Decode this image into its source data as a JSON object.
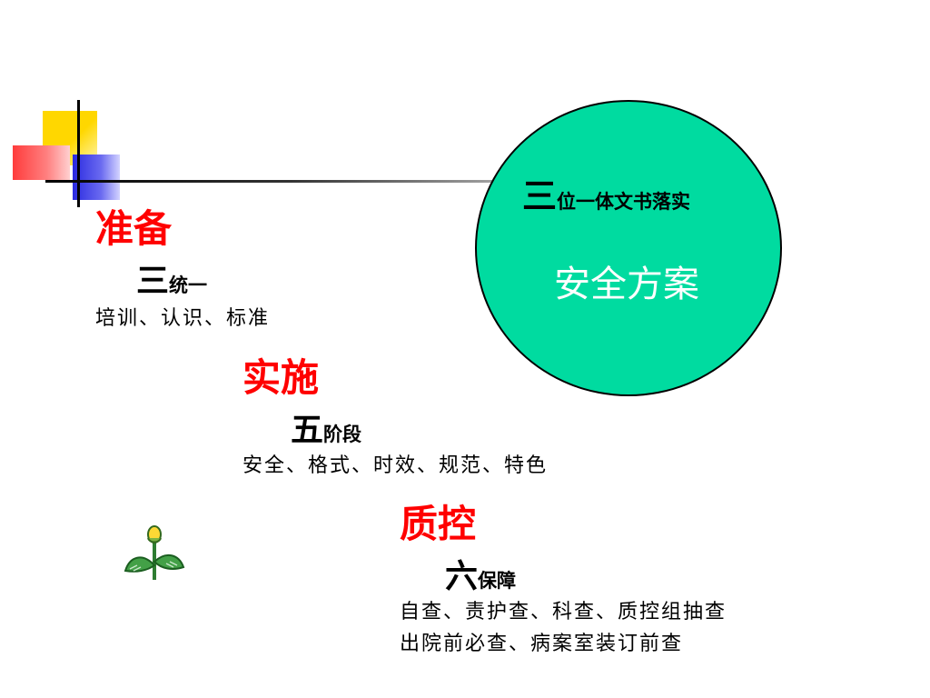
{
  "circle": {
    "title_big": "三",
    "title_rest": "位一体文书落实",
    "subtitle": "安全方案"
  },
  "sections": [
    {
      "heading": "准备",
      "sub_num": "三",
      "sub_rest": "统一",
      "detail_lines": [
        "培训、认识、标准"
      ]
    },
    {
      "heading": "实施",
      "sub_num": "五",
      "sub_rest": "阶段",
      "detail_lines": [
        "安全、格式、时效、规范、特色"
      ]
    },
    {
      "heading": "质控",
      "sub_num": "六",
      "sub_rest": "保障",
      "detail_lines": [
        "自查、责护查、科查、质控组抽查",
        "出院前必查、病案室装订前查"
      ]
    }
  ],
  "colors": {
    "heading": "#ff0000",
    "circle_fill": "#00dba0",
    "subtitle_text": "#ffffff"
  },
  "icons": [
    "flower-icon"
  ]
}
